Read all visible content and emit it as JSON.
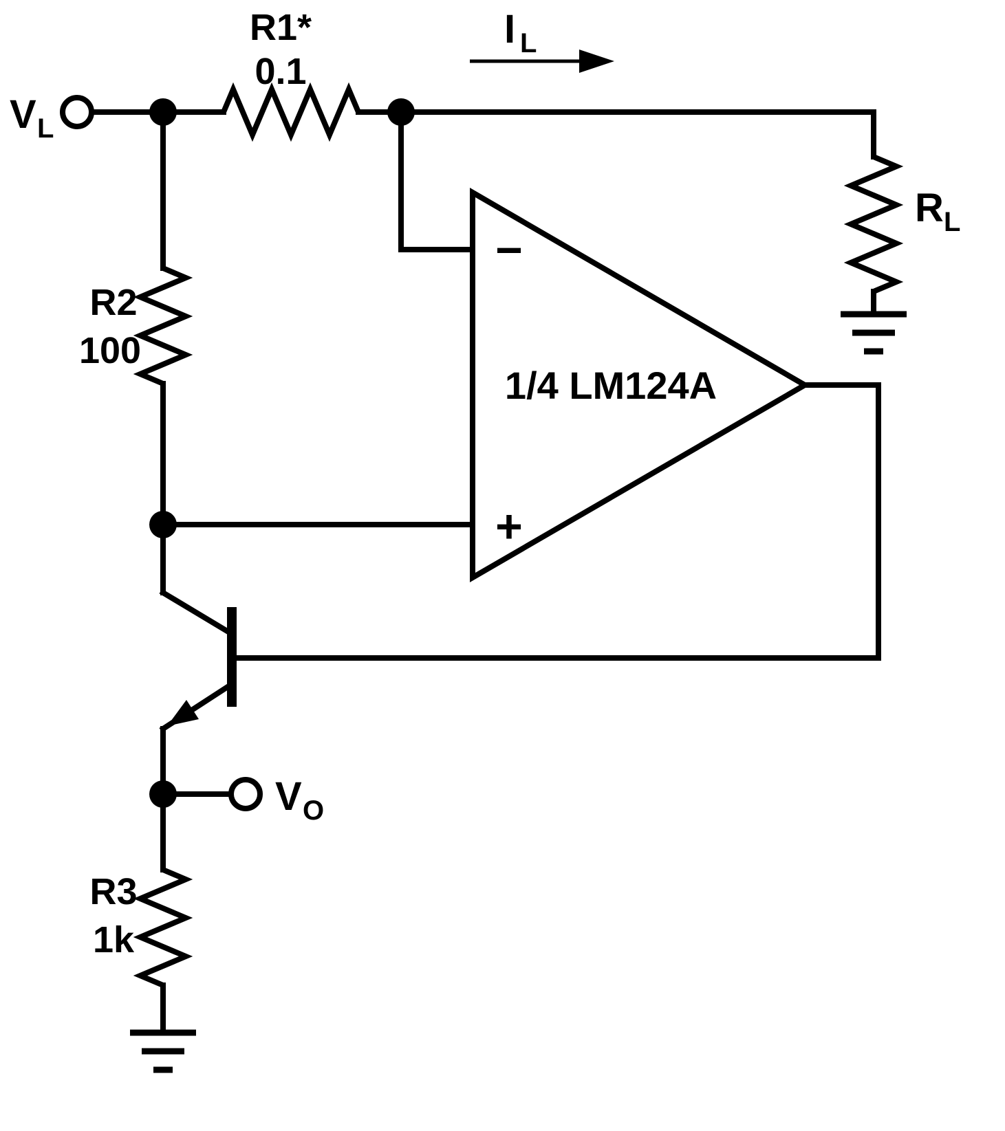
{
  "schematic": {
    "terminals": {
      "vl": {
        "main": "V",
        "sub": "L"
      },
      "vo": {
        "main": "V",
        "sub": "O"
      }
    },
    "current_arrow": {
      "main": "I",
      "sub": "L"
    },
    "opamp": {
      "label": "1/4 LM124A",
      "inverting_sign": "−",
      "noninverting_sign": "+"
    },
    "resistors": {
      "r1": {
        "name": "R1*",
        "value": "0.1"
      },
      "r2": {
        "name": "R2",
        "value": "100"
      },
      "r3": {
        "name": "R3",
        "value": "1k"
      },
      "rl": {
        "main": "R",
        "sub": "L"
      }
    },
    "colors": {
      "line": "#000000",
      "background": "#ffffff"
    }
  }
}
